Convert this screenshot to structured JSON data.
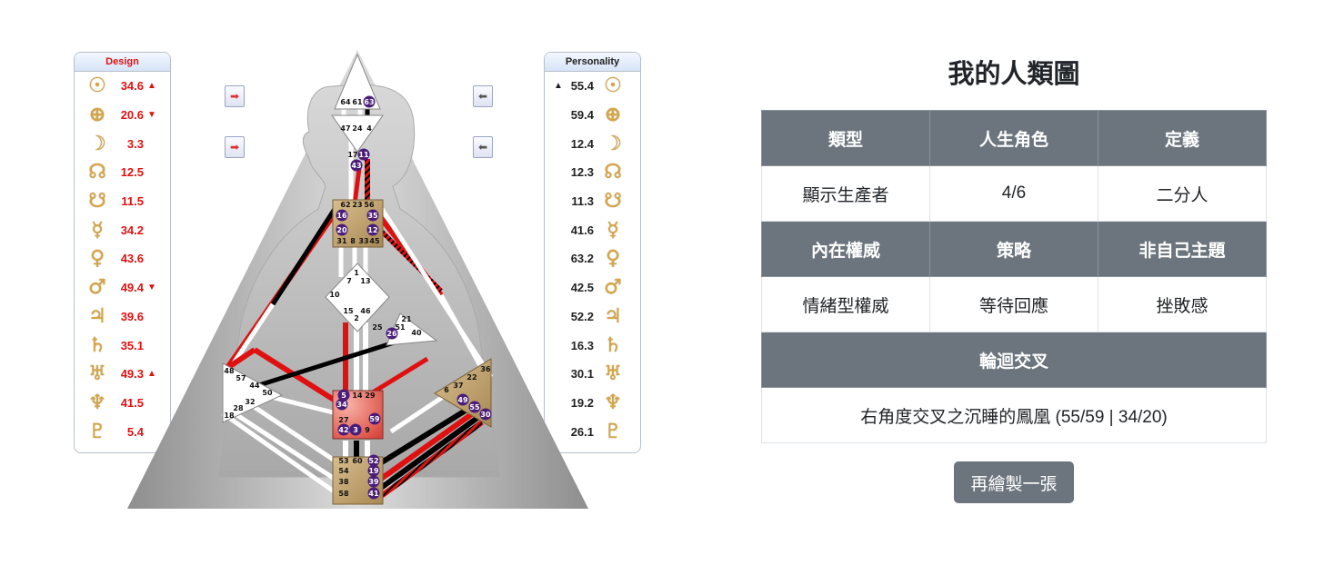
{
  "design": {
    "header": "Design",
    "rows": [
      {
        "glyph": "☉",
        "value": "34.6",
        "arrow": "▲"
      },
      {
        "glyph": "⊕",
        "value": "20.6",
        "arrow": "▼"
      },
      {
        "glyph": "☽",
        "value": "3.3",
        "arrow": ""
      },
      {
        "glyph": "☊",
        "value": "12.5",
        "arrow": ""
      },
      {
        "glyph": "☋",
        "value": "11.5",
        "arrow": ""
      },
      {
        "glyph": "☿",
        "value": "34.2",
        "arrow": ""
      },
      {
        "glyph": "♀",
        "value": "43.6",
        "arrow": ""
      },
      {
        "glyph": "♂",
        "value": "49.4",
        "arrow": "▼"
      },
      {
        "glyph": "♃",
        "value": "39.6",
        "arrow": ""
      },
      {
        "glyph": "♄",
        "value": "35.1",
        "arrow": ""
      },
      {
        "glyph": "♅",
        "value": "49.3",
        "arrow": "▲"
      },
      {
        "glyph": "♆",
        "value": "41.5",
        "arrow": ""
      },
      {
        "glyph": "♇",
        "value": "5.4",
        "arrow": ""
      }
    ]
  },
  "personality": {
    "header": "Personality",
    "rows": [
      {
        "glyph": "☉",
        "value": "55.4",
        "arrow": "▲"
      },
      {
        "glyph": "⊕",
        "value": "59.4",
        "arrow": ""
      },
      {
        "glyph": "☽",
        "value": "12.4",
        "arrow": ""
      },
      {
        "glyph": "☊",
        "value": "12.3",
        "arrow": ""
      },
      {
        "glyph": "☋",
        "value": "11.3",
        "arrow": ""
      },
      {
        "glyph": "☿",
        "value": "41.6",
        "arrow": ""
      },
      {
        "glyph": "♀",
        "value": "63.2",
        "arrow": ""
      },
      {
        "glyph": "♂",
        "value": "42.5",
        "arrow": ""
      },
      {
        "glyph": "♃",
        "value": "52.2",
        "arrow": ""
      },
      {
        "glyph": "♄",
        "value": "16.3",
        "arrow": ""
      },
      {
        "glyph": "♅",
        "value": "30.1",
        "arrow": ""
      },
      {
        "glyph": "♆",
        "value": "19.2",
        "arrow": ""
      },
      {
        "glyph": "♇",
        "value": "26.1",
        "arrow": ""
      }
    ]
  },
  "nav": {
    "right_arrow": "➡",
    "left_arrow": "⬅"
  },
  "colors": {
    "design_red": "#e01010",
    "defined_center": "#c4a573",
    "sacral": "#e8695c",
    "header_gray": "#6c757d",
    "planet_gold": "#d7a646",
    "gate_purple": "#4b1d7a"
  },
  "bodygraph": {
    "head_gates": [
      "64",
      "61",
      "63"
    ],
    "ajna_gates": [
      "47",
      "24",
      "4"
    ],
    "throat_gates": [
      "17",
      "11",
      "43",
      "62",
      "23",
      "56",
      "16",
      "35",
      "20",
      "12",
      "31",
      "8",
      "33",
      "45"
    ],
    "g_gates": [
      "1",
      "7",
      "13",
      "10",
      "15",
      "46",
      "2",
      "25"
    ],
    "heart_gates": [
      "21",
      "51",
      "26",
      "40"
    ],
    "spleen_gates": [
      "48",
      "57",
      "44",
      "50",
      "32",
      "28",
      "18"
    ],
    "sacral_gates": [
      "5",
      "14",
      "29",
      "34",
      "27",
      "59",
      "42",
      "3",
      "9"
    ],
    "solar_plexus_gates": [
      "36",
      "22",
      "6",
      "37",
      "49",
      "55",
      "30"
    ],
    "root_gates": [
      "53",
      "60",
      "52",
      "54",
      "19",
      "38",
      "39",
      "58",
      "41"
    ]
  },
  "chart": {
    "title": "我的人類圖",
    "headers1": [
      "類型",
      "人生角色",
      "定義"
    ],
    "values1": [
      "顯示生產者",
      "4/6",
      "二分人"
    ],
    "headers2": [
      "內在權威",
      "策略",
      "非自己主題"
    ],
    "values2": [
      "情緒型權威",
      "等待回應",
      "挫敗感"
    ],
    "cross_header": "輪迴交叉",
    "cross_value": "右角度交叉之沉睡的鳳凰 (55/59 | 34/20)",
    "redraw_button": "再繪製一張"
  }
}
